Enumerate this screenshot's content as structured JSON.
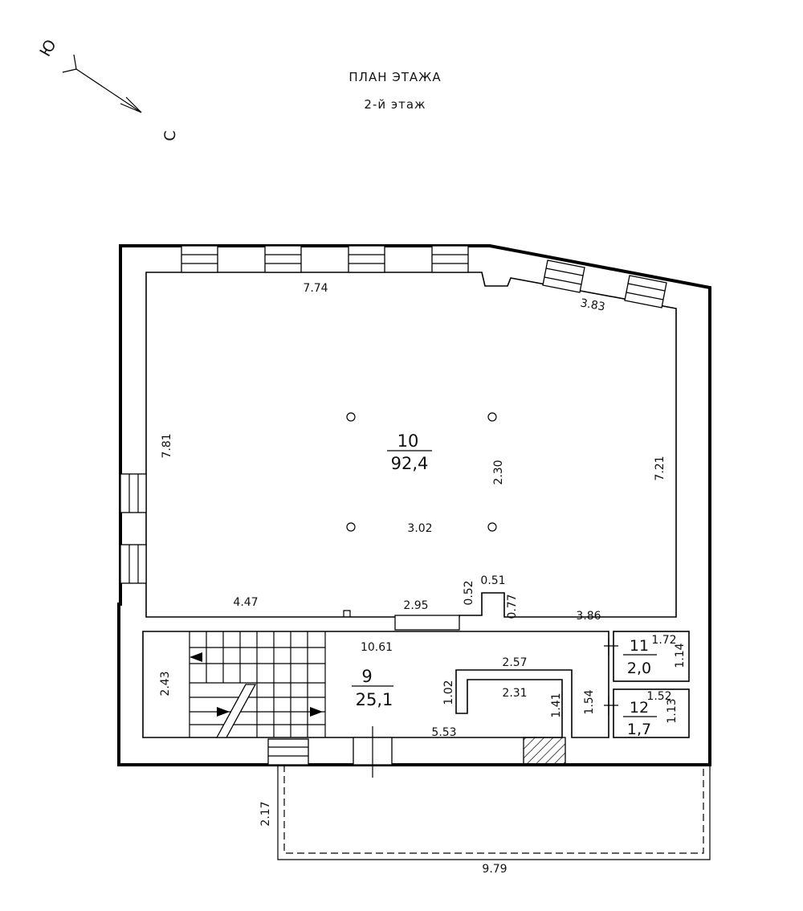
{
  "header": {
    "title": "ПЛАН ЭТАЖА",
    "subtitle": "2-й этаж"
  },
  "compass": {
    "south": "Ю",
    "north": "С"
  },
  "rooms": [
    {
      "number": "10",
      "area": "92,4"
    },
    {
      "number": "9",
      "area": "25,1"
    },
    {
      "number": "11",
      "area": "2,0"
    },
    {
      "number": "12",
      "area": "1,7"
    }
  ],
  "dimensions": {
    "hall_top": "7.74",
    "hall_top_right": "3.83",
    "hall_left": "7.81",
    "hall_right": "7.21",
    "column_gap_vertical": "2.30",
    "column_gap_horizontal": "3.02",
    "hall_bottom_left": "4.47",
    "hall_bottom_opening": "2.95",
    "niche_depth": "0.52",
    "niche_width": "0.51",
    "niche_right_depth": "0.77",
    "hall_bottom_right": "3.86",
    "corridor_length": "10.61",
    "stair_width": "2.43",
    "partition_top": "2.57",
    "partition_left": "1.02",
    "partition_inner": "2.31",
    "partition_right": "1.41",
    "corridor_bottom": "5.53",
    "wc_height": "1.54",
    "room11_width": "1.72",
    "room11_height": "1.14",
    "room12_width": "1.52",
    "room12_height": "1.13",
    "balcony_depth": "2.17",
    "balcony_length": "9.79"
  }
}
